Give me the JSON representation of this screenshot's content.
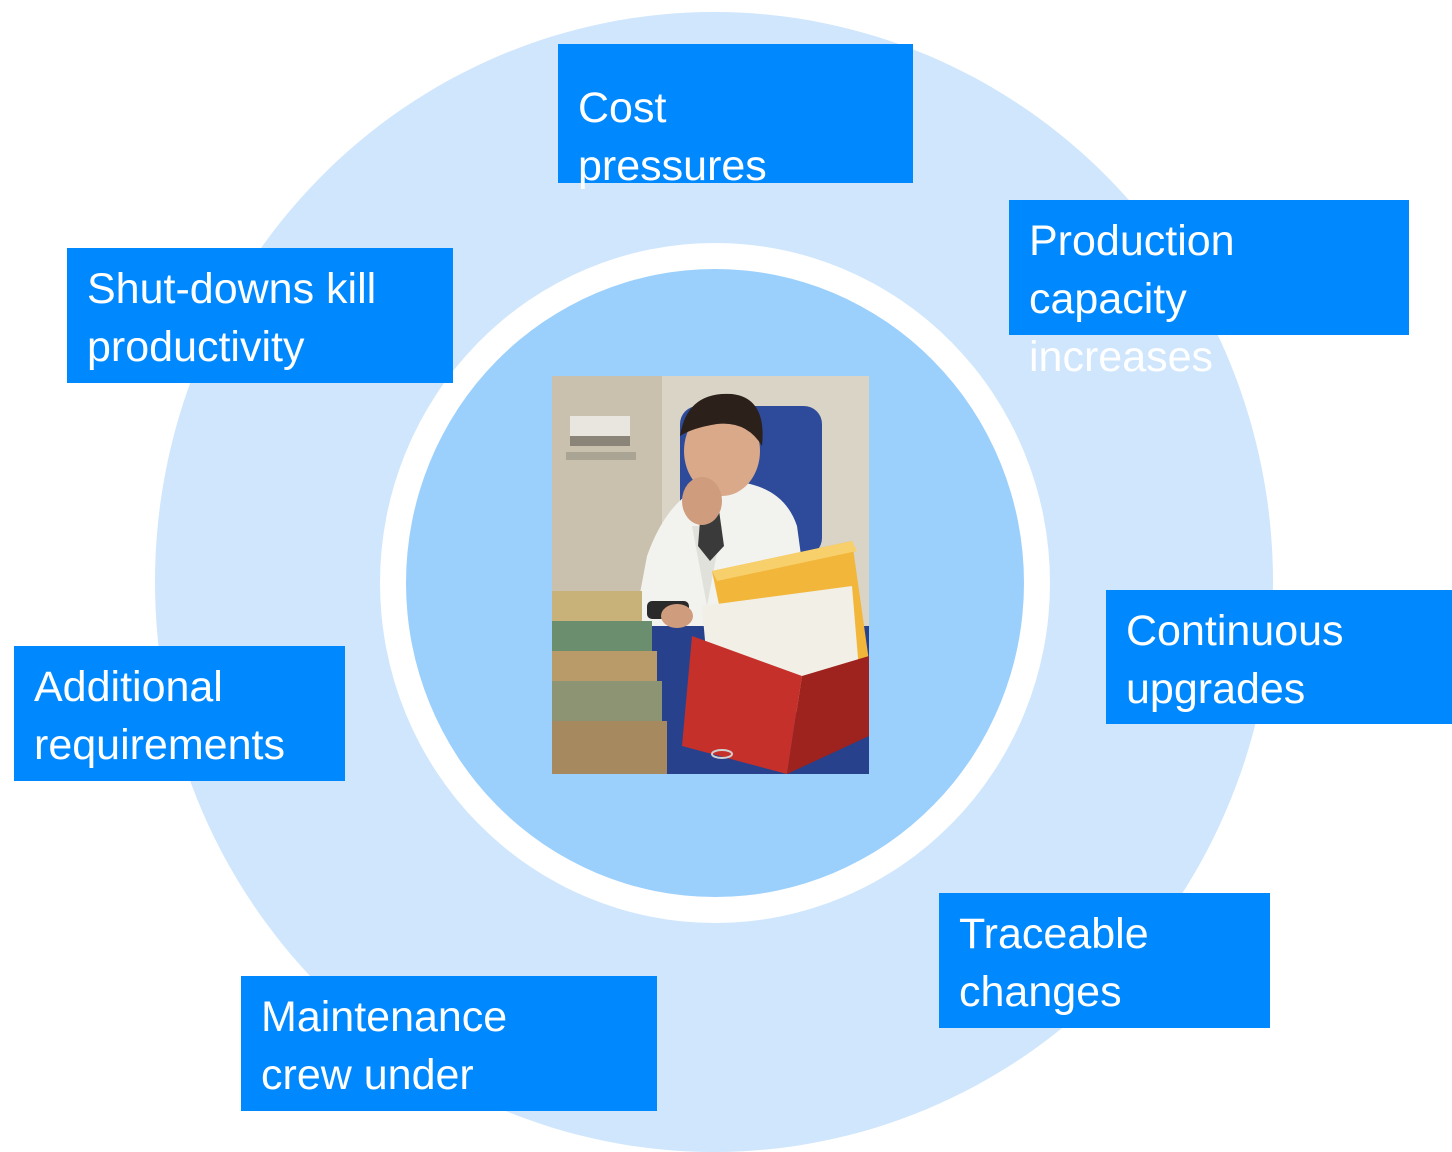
{
  "diagram": {
    "center_image": "stressed-office-worker-with-binders",
    "labels": {
      "cost": "Cost\npressures",
      "production": "Production\ncapacity\nincreases",
      "shutdowns": "Shut-downs kill\nproductivity",
      "continuous": "Continuous\nupgrades",
      "additional": "Additional\nrequirements",
      "traceable": "Traceable\nchanges",
      "maintenance": "Maintenance\ncrew under"
    },
    "colors": {
      "label_box": "#0088ff",
      "label_text": "#ffffff",
      "outer_ring": "#cfe6fc",
      "inner_disc": "#9bcffc"
    }
  }
}
